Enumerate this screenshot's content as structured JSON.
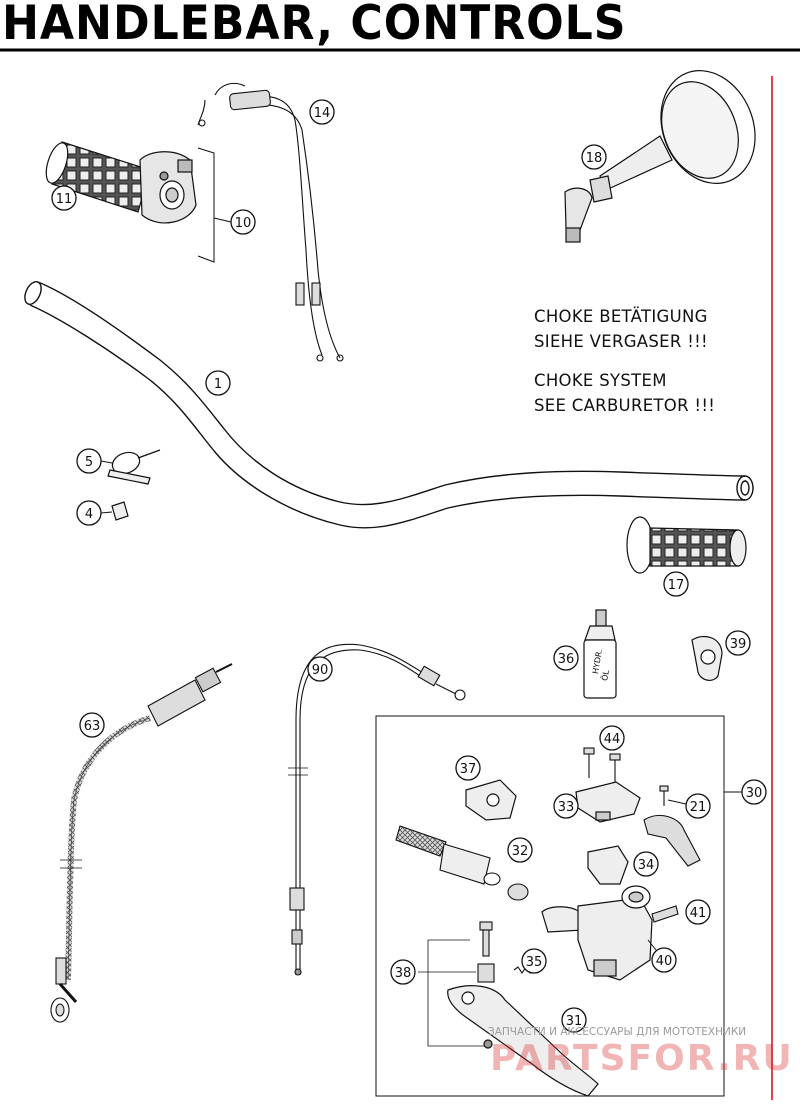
{
  "title": "HANDLEBAR, CONTROLS",
  "notes": {
    "line1": "CHOKE BETÄTIGUNG",
    "line2": "SIEHE VERGASER !!!",
    "line3": "CHOKE SYSTEM",
    "line4": "SEE CARBURETOR !!!"
  },
  "callouts": [
    {
      "id": "callout-11",
      "label": "11"
    },
    {
      "id": "callout-10",
      "label": "10"
    },
    {
      "id": "callout-14",
      "label": "14"
    },
    {
      "id": "callout-18",
      "label": "18"
    },
    {
      "id": "callout-1",
      "label": "1"
    },
    {
      "id": "callout-5",
      "label": "5"
    },
    {
      "id": "callout-4",
      "label": "4"
    },
    {
      "id": "callout-17",
      "label": "17"
    },
    {
      "id": "callout-90",
      "label": "90"
    },
    {
      "id": "callout-36",
      "label": "36"
    },
    {
      "id": "callout-39",
      "label": "39"
    },
    {
      "id": "callout-63",
      "label": "63"
    },
    {
      "id": "callout-44",
      "label": "44"
    },
    {
      "id": "callout-37",
      "label": "37"
    },
    {
      "id": "callout-30",
      "label": "30"
    },
    {
      "id": "callout-33",
      "label": "33"
    },
    {
      "id": "callout-21",
      "label": "21"
    },
    {
      "id": "callout-32",
      "label": "32"
    },
    {
      "id": "callout-34",
      "label": "34"
    },
    {
      "id": "callout-41",
      "label": "41"
    },
    {
      "id": "callout-40",
      "label": "40"
    },
    {
      "id": "callout-38",
      "label": "38"
    },
    {
      "id": "callout-35",
      "label": "35"
    },
    {
      "id": "callout-31",
      "label": "31"
    }
  ],
  "bottle_label": {
    "line1": "HYDR.",
    "line2": "ÖL"
  },
  "watermark": {
    "small": "ЗАПЧАСТИ И АКСЕССУАРЫ ДЛЯ МОТОТЕХНИКИ",
    "brand": "PARTSFOR.RU"
  },
  "colors": {
    "line": "#111111",
    "red_border": "#d84a4a",
    "watermark_red": "#d62a2a"
  }
}
